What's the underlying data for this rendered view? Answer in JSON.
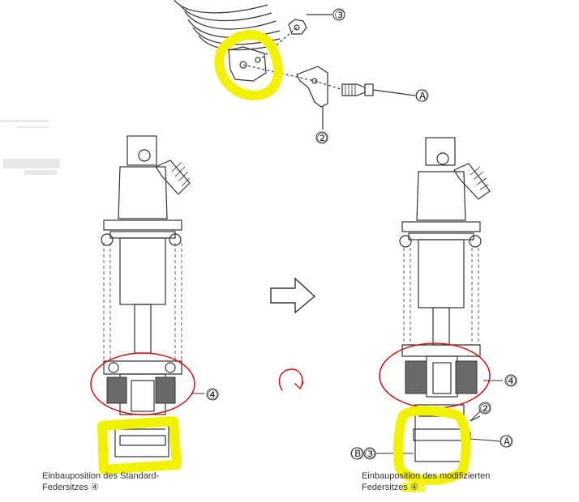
{
  "callouts": {
    "top_3": "③",
    "top_A": "Ⓐ",
    "top_2": "②",
    "left_4": "④",
    "right_4": "④",
    "right_2": "②",
    "right_A": "Ⓐ",
    "right_B": "Ⓑ",
    "right_3": "③"
  },
  "captions": {
    "left_line1": "Einbauposition des Standard-",
    "left_line2": "Federsitzes ④",
    "right_line1": "Einbauposition des modifizierten",
    "right_line2": "Federsitzes ④"
  },
  "colors": {
    "yellow_highlight": "#f2f200",
    "red_annotation": "#d01010",
    "line": "#333333"
  }
}
